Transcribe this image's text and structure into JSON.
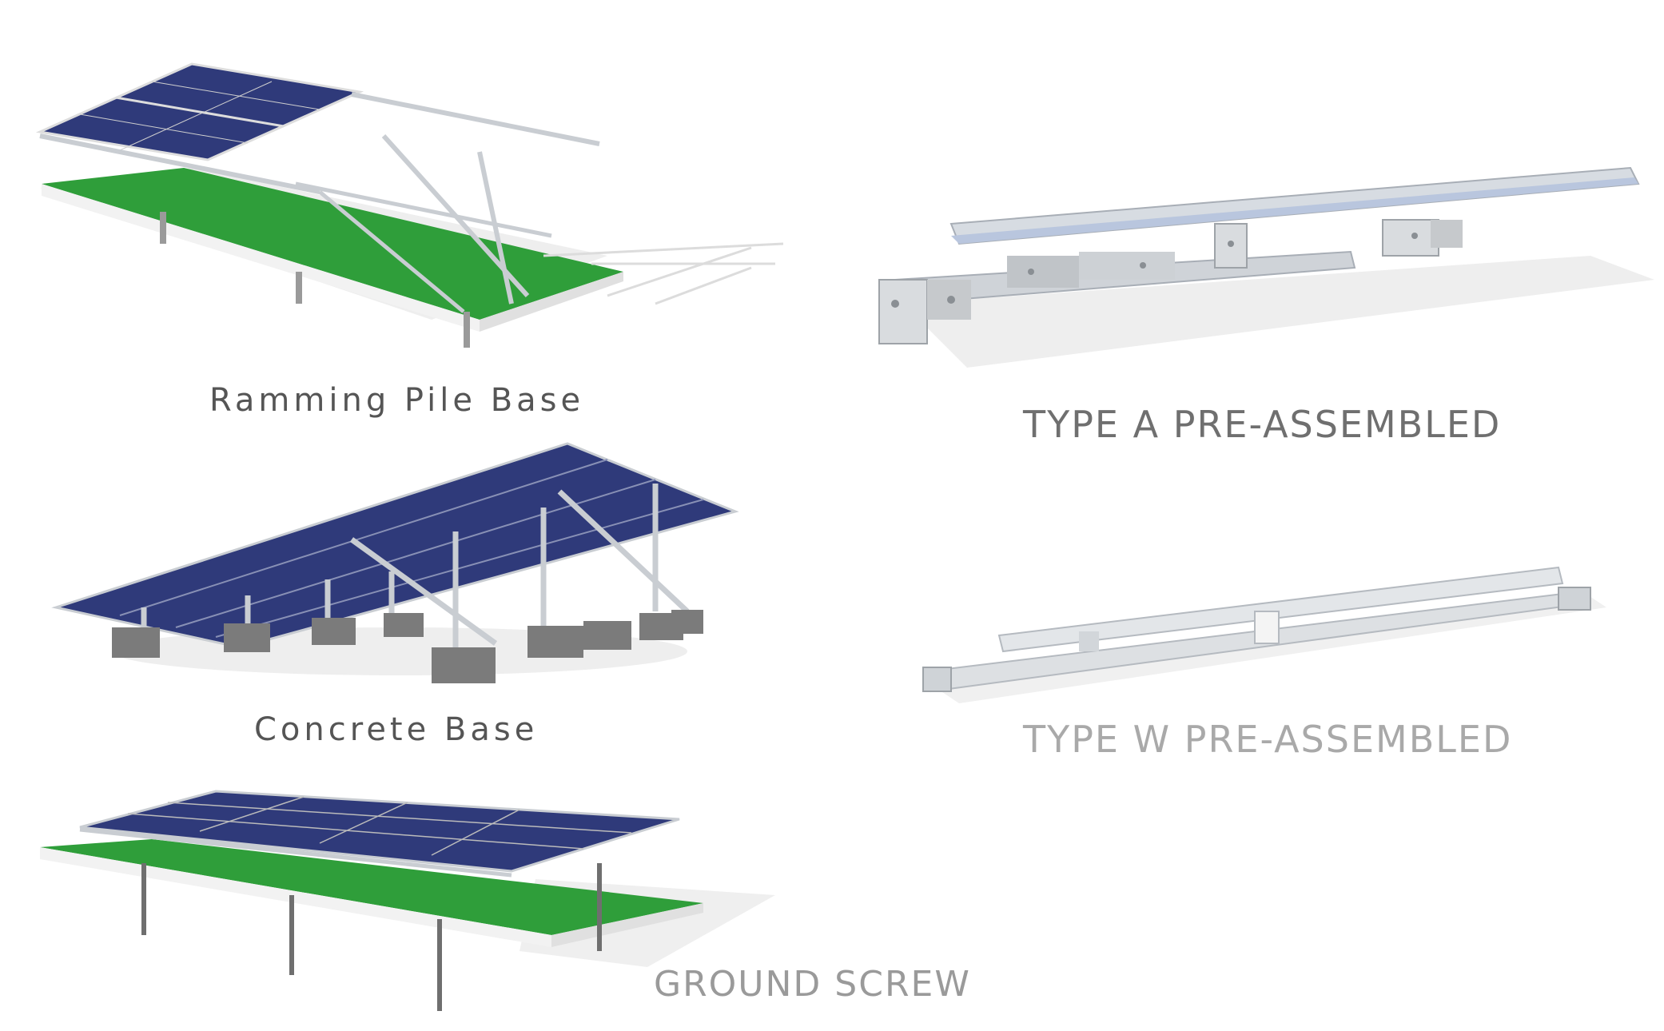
{
  "captions": {
    "ramming_pile_base": "Ramming Pile Base",
    "concrete_base": "Concrete Base",
    "ground_screw": "GROUND SCREW",
    "type_a": "TYPE A PRE-ASSEMBLED",
    "type_w": "TYPE W PRE-ASSEMBLED"
  },
  "colors": {
    "grass": "#2f9e3a",
    "panel": "#2f3a7a",
    "metal": "#c9cdd2",
    "concrete": "#7b7b7b"
  }
}
